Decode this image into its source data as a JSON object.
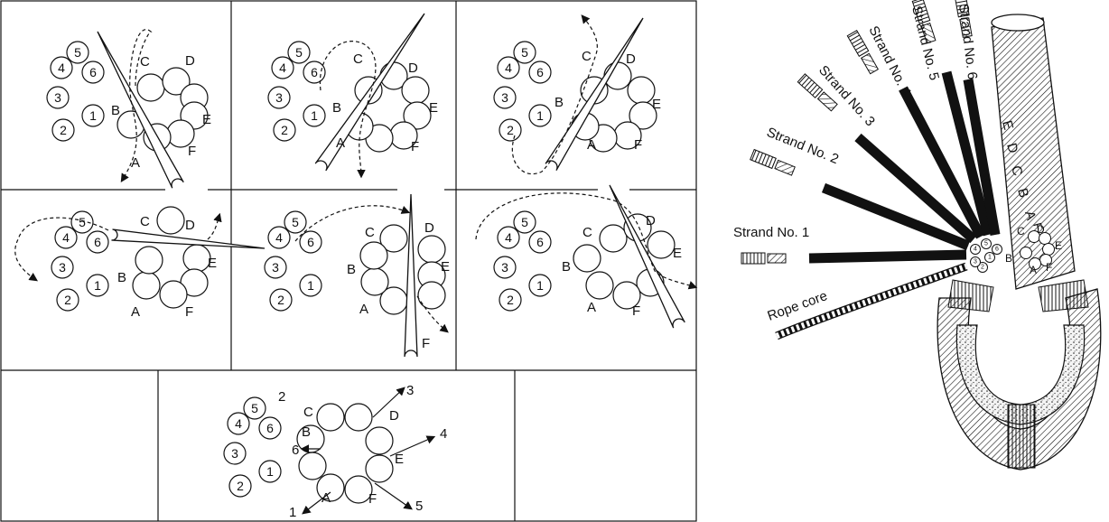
{
  "numbered_strands": [
    "1",
    "2",
    "3",
    "4",
    "5",
    "6"
  ],
  "lettered_strands": [
    "A",
    "B",
    "C",
    "D",
    "E",
    "F"
  ],
  "result_outgoing": [
    "1",
    "2",
    "3",
    "4",
    "5",
    "6"
  ],
  "splice_strands": [
    {
      "label": "Strand No. 1"
    },
    {
      "label": "Strand No. 2"
    },
    {
      "label": "Strand No. 3"
    },
    {
      "label": "Strand No. 4"
    },
    {
      "label": "Strand No. 5"
    },
    {
      "label": "Strand No. 6"
    }
  ],
  "rope_core_label": "Rope core",
  "rope_letters": [
    "E",
    "D",
    "C",
    "B",
    "A"
  ]
}
